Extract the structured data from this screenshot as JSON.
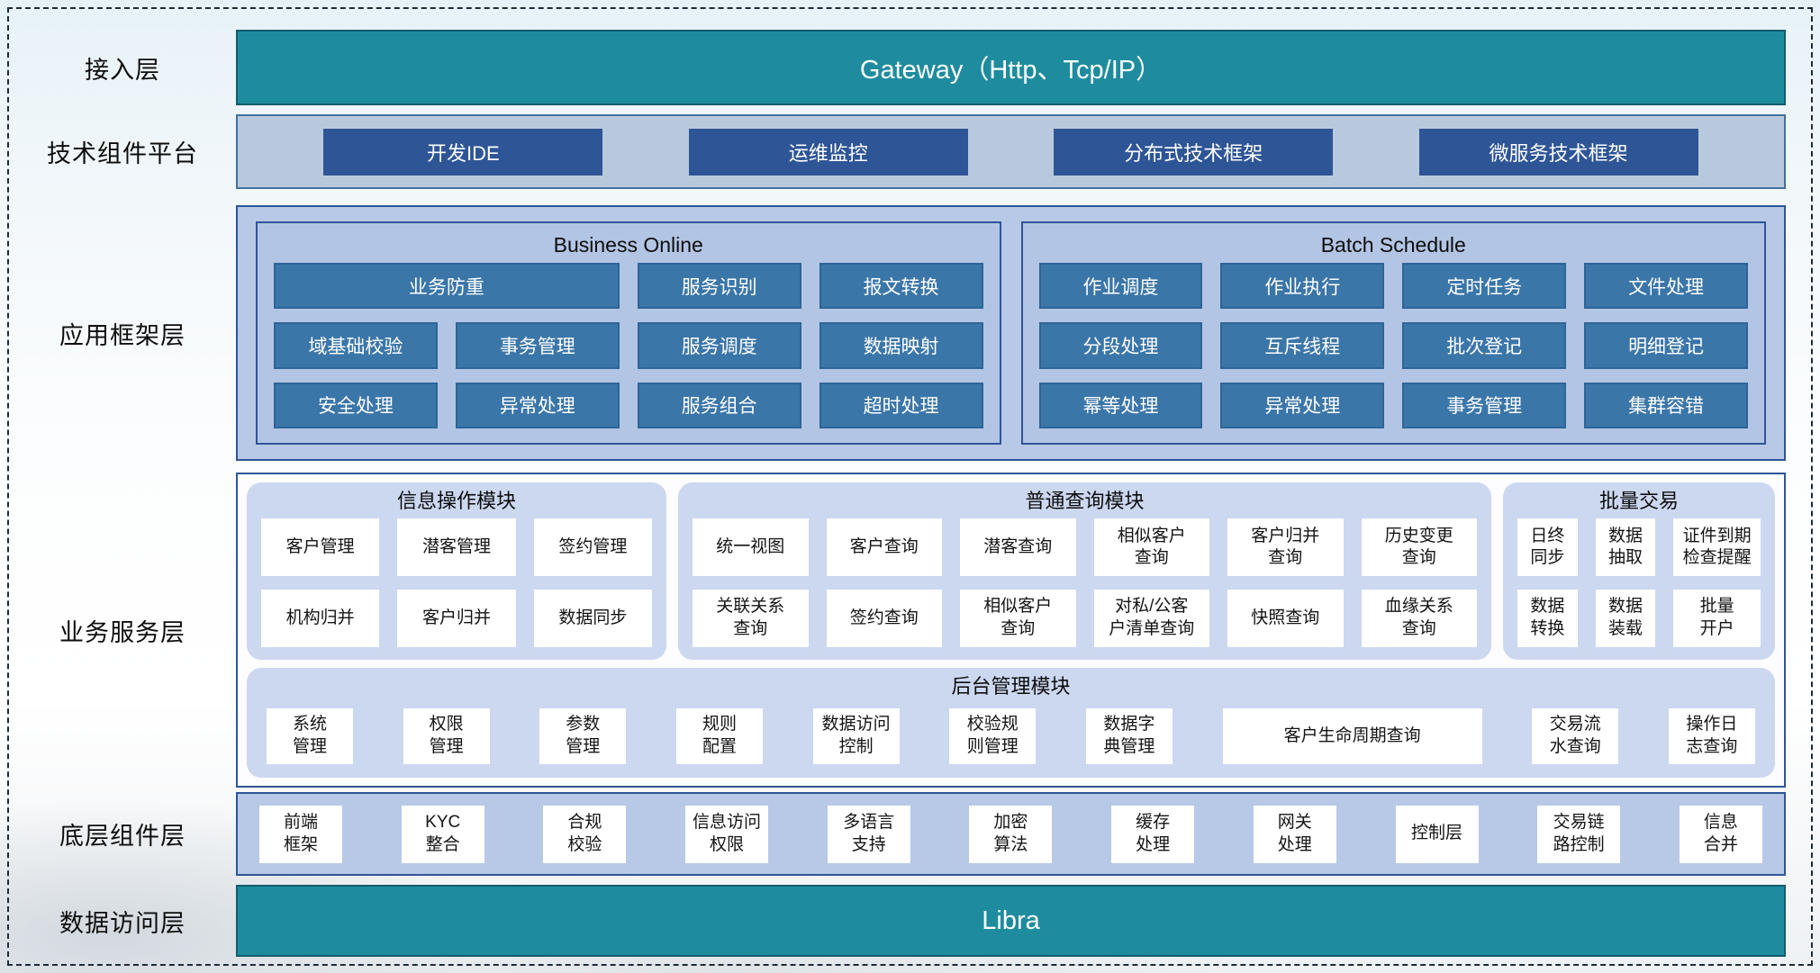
{
  "colors": {
    "teal": "#1E8C9E",
    "navy_button": "#2E5596",
    "steel_button": "#3B76A9",
    "steel_border": "#2F6496",
    "periwinkle_panel": "#B7C9E7",
    "panel_border": "#2E5597",
    "module_fill": "#CCD8F0",
    "tech_panel_fill": "#B9C9DD",
    "tech_panel_border": "#41719C",
    "white_btn": "#FFFFFF"
  },
  "layers": {
    "access": {
      "label": "接入层",
      "bar_text": "Gateway（Http、Tcp/IP）"
    },
    "tech_platform": {
      "label": "技术组件平台",
      "items": [
        "开发IDE",
        "运维监控",
        "分布式技术框架",
        "微服务技术框架"
      ]
    },
    "app_framework": {
      "label": "应用框架层",
      "business_online": {
        "title": "Business Online",
        "buttons": [
          {
            "label": "业务防重",
            "span": 2
          },
          "服务识别",
          "报文转换",
          "域基础校验",
          "事务管理",
          "服务调度",
          "数据映射",
          "安全处理",
          "异常处理",
          "服务组合",
          "超时处理"
        ]
      },
      "batch_schedule": {
        "title": "Batch Schedule",
        "buttons": [
          "作业调度",
          "作业执行",
          "定时任务",
          "文件处理",
          "分段处理",
          "互斥线程",
          "批次登记",
          "明细登记",
          "幂等处理",
          "异常处理",
          "事务管理",
          "集群容错"
        ]
      }
    },
    "business_service": {
      "label": "业务服务层",
      "info_ops": {
        "title": "信息操作模块",
        "buttons": [
          "客户管理",
          "潜客管理",
          "签约管理",
          "机构归并",
          "客户归并",
          "数据同步"
        ]
      },
      "query": {
        "title": "普通查询模块",
        "buttons": [
          "统一视图",
          "客户查询",
          "潜客查询",
          "相似客户\n查询",
          "客户归并\n查询",
          "历史变更\n查询",
          "关联关系\n查询",
          "签约查询",
          "相似客户\n查询",
          "对私/公客\n户清单查询",
          "快照查询",
          "血缘关系\n查询"
        ]
      },
      "batch_tx": {
        "title": "批量交易",
        "buttons": [
          "日终\n同步",
          "数据\n抽取",
          "证件到期\n检查提醒",
          "数据\n转换",
          "数据\n装载",
          "批量\n开户"
        ]
      },
      "admin": {
        "title": "后台管理模块",
        "buttons": [
          "系统\n管理",
          "权限\n管理",
          "参数\n管理",
          "规则\n配置",
          "数据访问\n控制",
          "校验规\n则管理",
          "数据字\n典管理",
          {
            "label": "客户生命周期查询",
            "wide": true
          },
          "交易流\n水查询",
          "操作日\n志查询"
        ]
      }
    },
    "base_components": {
      "label": "底层组件层",
      "items": [
        "前端\n框架",
        "KYC\n整合",
        "合规\n校验",
        "信息访问\n权限",
        "多语言\n支持",
        "加密\n算法",
        "缓存\n处理",
        "网关\n处理",
        "控制层",
        "交易链\n路控制",
        "信息\n合并"
      ]
    },
    "data_access": {
      "label": "数据访问层",
      "bar_text": "Libra"
    }
  }
}
